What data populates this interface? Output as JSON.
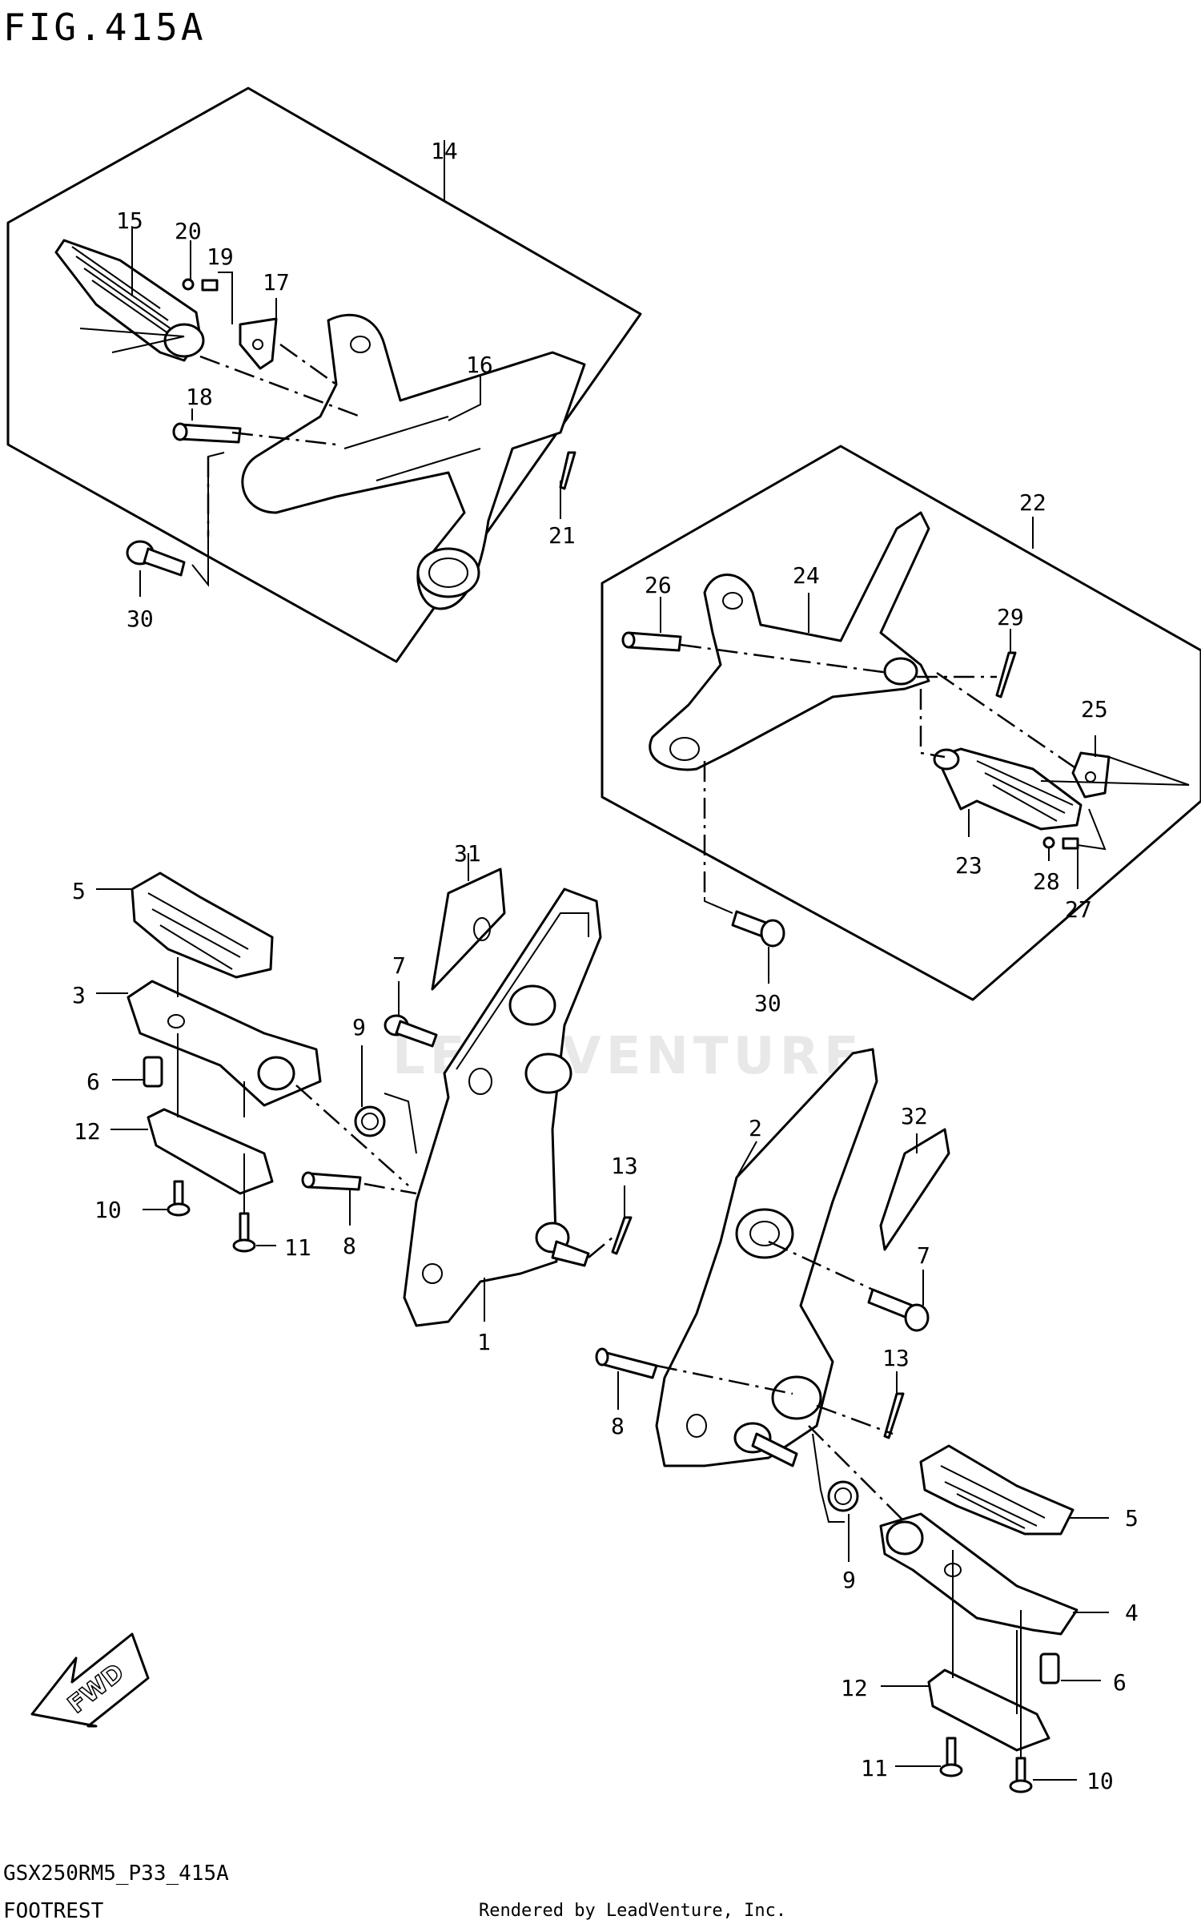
{
  "header": {
    "fig_title": "FIG.415A"
  },
  "footer": {
    "model_code": "GSX250RM5_P33_415A",
    "section_title": "FOOTREST",
    "rendered_by": "Rendered by LeadVenture, Inc."
  },
  "watermark": {
    "text": "LEADVENTURE"
  },
  "fwd_label": "FWD",
  "callouts": {
    "c1": "1",
    "c2": "2",
    "c3": "3",
    "c4": "4",
    "c5a": "5",
    "c5b": "5",
    "c6a": "6",
    "c6b": "6",
    "c7a": "7",
    "c7b": "7",
    "c8a": "8",
    "c8b": "8",
    "c9a": "9",
    "c9b": "9",
    "c10a": "10",
    "c10b": "10",
    "c11a": "11",
    "c11b": "11",
    "c12a": "12",
    "c12b": "12",
    "c13a": "13",
    "c13b": "13",
    "c14": "14",
    "c15": "15",
    "c16": "16",
    "c17": "17",
    "c18": "18",
    "c19": "19",
    "c20": "20",
    "c21": "21",
    "c22": "22",
    "c23": "23",
    "c24": "24",
    "c25": "25",
    "c26": "26",
    "c27": "27",
    "c28": "28",
    "c29": "29",
    "c30a": "30",
    "c30b": "30",
    "c31": "31",
    "c32": "32"
  }
}
